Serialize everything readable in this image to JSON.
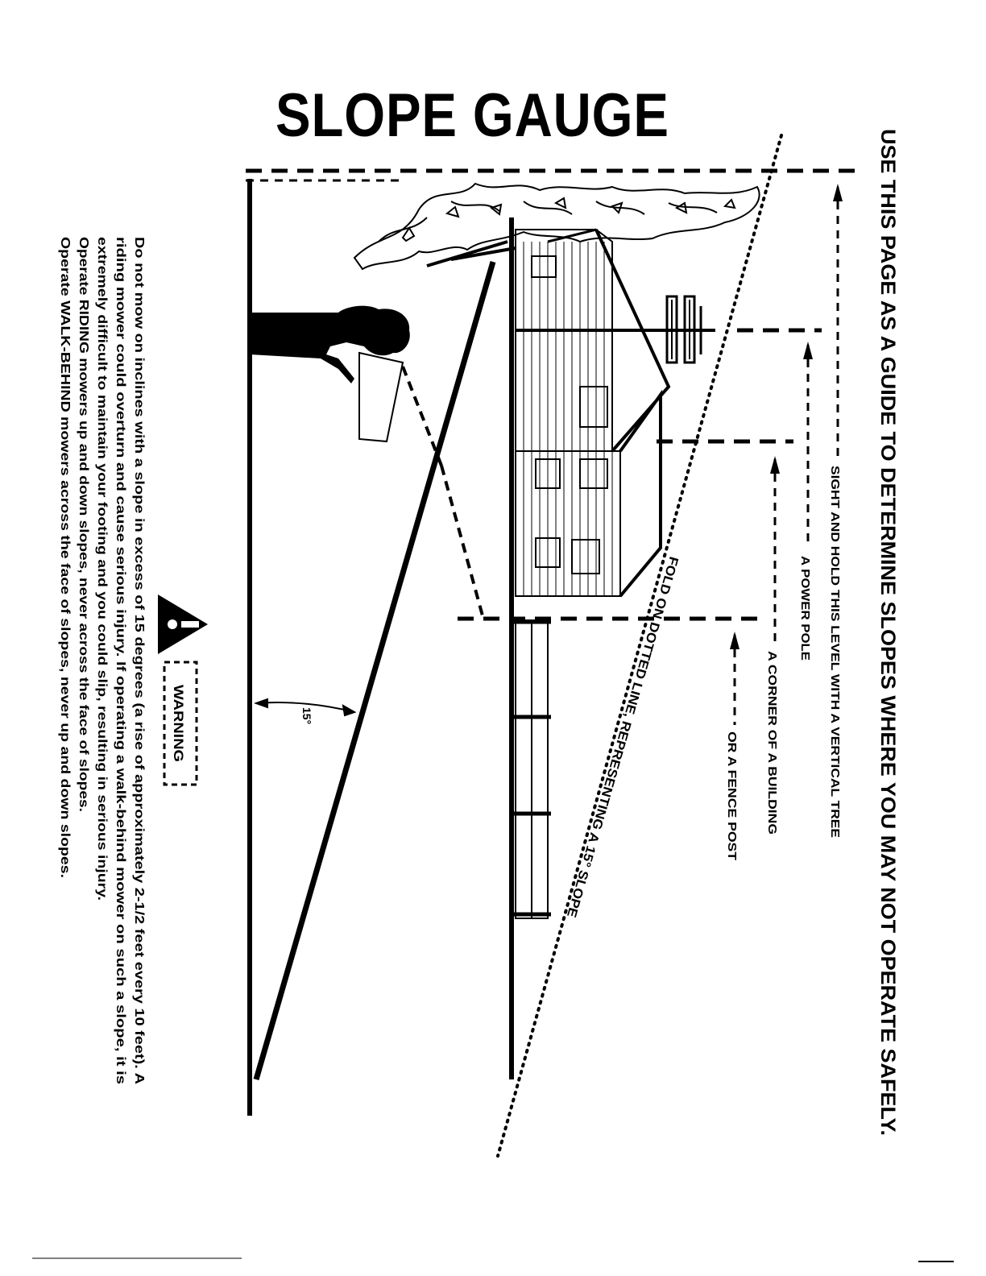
{
  "title": "SLOPE GAUGE",
  "instruction_header": "USE THIS PAGE AS A GUIDE TO DETERMINE SLOPES WHERE YOU MAY NOT OPERATE SAFELY.",
  "sight_levels": {
    "tree": "SIGHT AND HOLD THIS LEVEL WITH A VERTICAL TREE",
    "power_pole": "A POWER POLE",
    "building": "A CORNER OF A BUILDING",
    "fence": "OR A FENCE POST"
  },
  "fold_label": "FOLD ON DOTTED LINE, REPRESENTING A 15° SLOPE",
  "angle_label": "15°",
  "warning_label": "WARNING",
  "warning_text": {
    "line1": "Do not mow on inclines with a slope in excess of 15 degrees (a rise of approximately 2-1/2 feet every 10 feet). A",
    "line2": "riding mower could overturn and cause serious injury. If operating a walk-behind mower on such a slope, it is",
    "line3": "extremely difficult to maintain your footing and you could slip, resulting in serious injury.",
    "line4": "Operate RIDING mowers up and down slopes, never across the face of slopes.",
    "line5": "Operate WALK-BEHIND mowers across the face of slopes, never up and down slopes."
  },
  "icons": [
    "warning-triangle-icon",
    "person-silhouette-icon",
    "house-illustration",
    "power-pole-illustration",
    "tree-illustration",
    "fence-illustration"
  ]
}
